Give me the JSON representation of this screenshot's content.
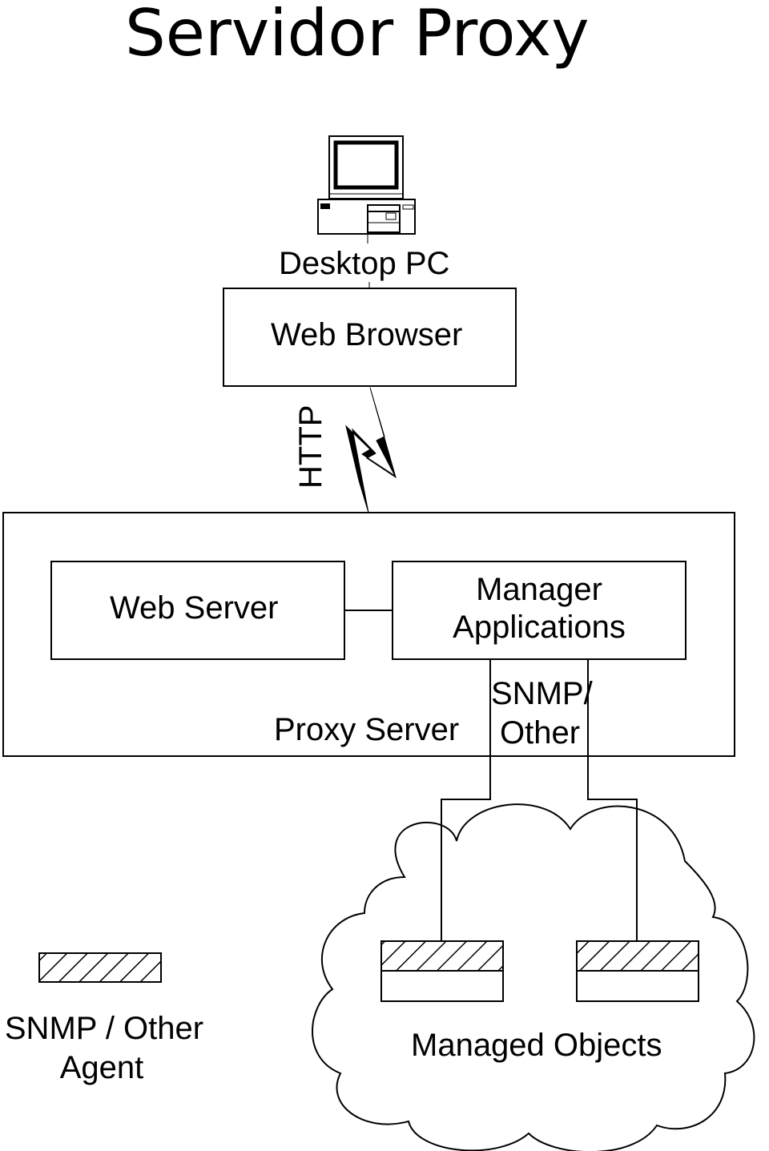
{
  "title": "Servidor Proxy",
  "desktop_label": "Desktop PC",
  "web_browser_label": "Web Browser",
  "http_label": "HTTP",
  "web_server_label": "Web Server",
  "manager_apps_line1": "Manager",
  "manager_apps_line2": "Applications",
  "proxy_server_label": "Proxy Server",
  "snmp_line1": "SNMP/",
  "snmp_line2": "Other",
  "agent_line1": "SNMP / Other",
  "agent_line2": "Agent",
  "managed_objects_label": "Managed Objects"
}
